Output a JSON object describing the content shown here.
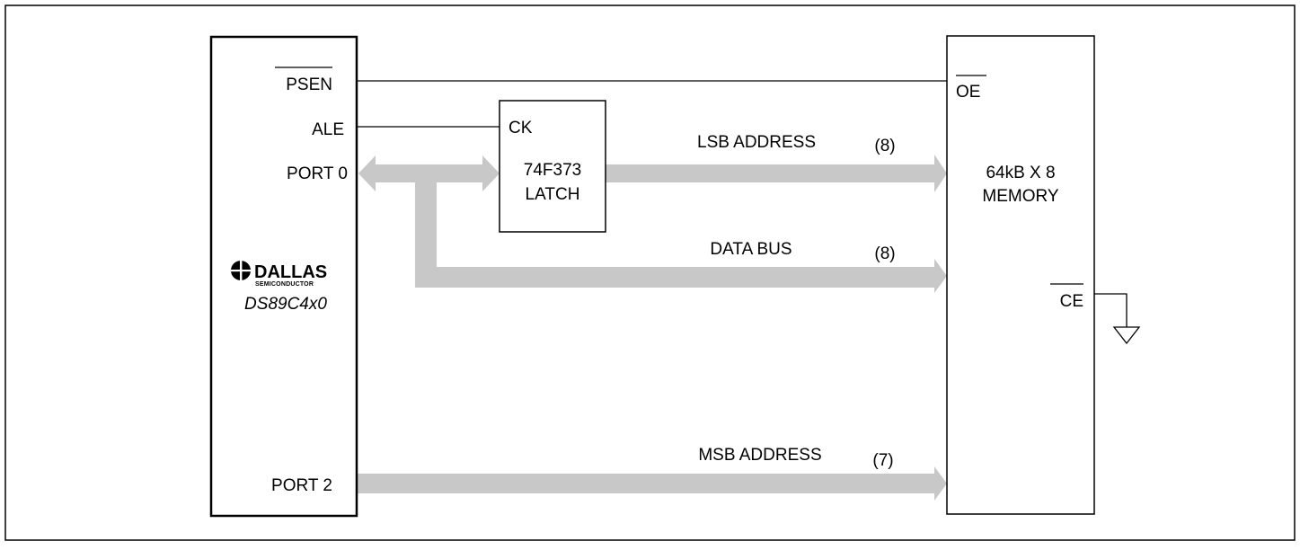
{
  "mcu": {
    "pins": {
      "psen": "PSEN",
      "ale": "ALE",
      "port0": "PORT 0",
      "port2": "PORT 2"
    },
    "logo": {
      "brand": "DALLAS",
      "sub": "SEMICONDUCTOR",
      "icon": "dallas-logo-icon"
    },
    "part": "DS89C4x0"
  },
  "latch": {
    "clock_pin": "CK",
    "line1": "74F373",
    "line2": "LATCH"
  },
  "memory": {
    "pins": {
      "oe": "OE",
      "ce": "CE"
    },
    "line1": "64kB X 8",
    "line2": "MEMORY"
  },
  "buses": {
    "lsb": {
      "label": "LSB ADDRESS",
      "width": "(8)"
    },
    "data": {
      "label": "DATA BUS",
      "width": "(8)"
    },
    "msb": {
      "label": "MSB ADDRESS",
      "width": "(7)"
    }
  },
  "colors": {
    "bus": "#c8c8c8",
    "line": "#000000",
    "background": "#ffffff"
  }
}
